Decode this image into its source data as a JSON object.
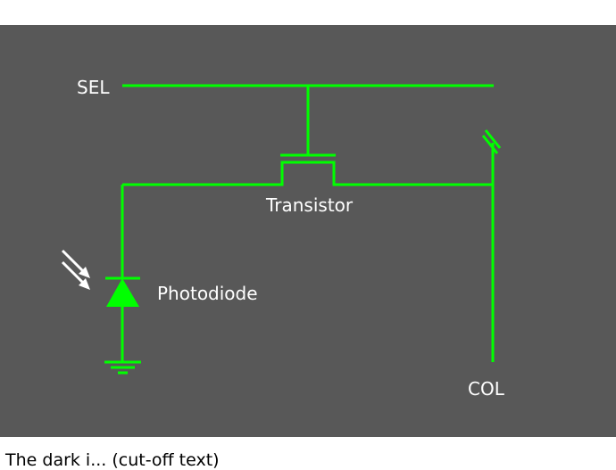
{
  "diagram": {
    "labels": {
      "sel": "SEL",
      "transistor": "Transistor",
      "photodiode": "Photodiode",
      "col": "COL"
    },
    "colors": {
      "background": "#585858",
      "wire": "#00ff00",
      "text": "#ffffff",
      "light_arrows": "#ffffff"
    },
    "icons": [
      "light-rays-icon",
      "photodiode-icon",
      "ground-icon",
      "transistor-icon"
    ]
  },
  "caption": "The dark i... (cut-off text)"
}
